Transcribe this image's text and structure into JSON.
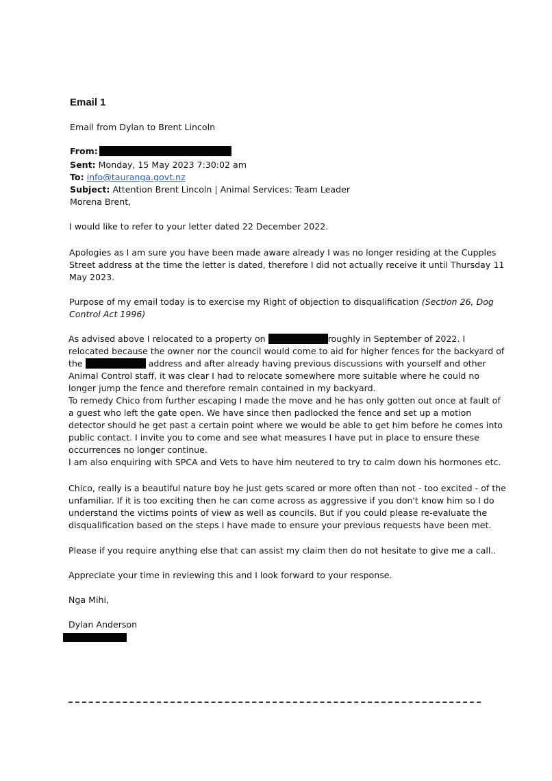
{
  "document": {
    "heading": "Email 1",
    "intro": "Email from Dylan to Brent Lincoln",
    "header": {
      "from_label": "From:",
      "sent_label": "Sent:",
      "sent_value": "Monday, 15 May 2023 7:30:02 am",
      "to_label": "To:",
      "to_value": "info@tauranga.govt.nz",
      "subject_label": "Subject:",
      "subject_value": "Attention Brent Lincoln | Animal Services: Team Leader"
    },
    "greeting": "Morena Brent,",
    "p1": "I would like to refer to your letter dated 22 December 2022.",
    "p2": [
      "Apologies as I am sure you have been made aware already I was no longer residing at the Cupples",
      "Street address at the time the letter is dated, therefore I did not actually receive it until Thursday 11",
      "May 2023."
    ],
    "p3": {
      "line1_text": "Purpose of my email today is to exercise my Right of objection to disqualification ",
      "line1_italic": "(Section 26, Dog",
      "line2_italic": "Control Act 1996)"
    },
    "p4": {
      "line1_before": "As advised above I relocated to a property on ",
      "line1_after": "roughly in September of 2022. I",
      "line2": "relocated because the owner nor the council would come to aid for higher fences for the backyard of",
      "line3_before": "the ",
      "line3_after": " address and after already having previous discussions with yourself and other",
      "lines": [
        "Animal Control staff, it was clear I had to relocate somewhere more suitable where he could no",
        "longer jump the fence and therefore remain contained in my backyard.",
        "To remedy Chico from further escaping I made the move and he has only gotten out once at fault of",
        "a guest who left the gate open. We have since then padlocked the fence and set up a motion",
        "detector should he get past a certain point where we would be able to get him before he comes into",
        "public contact. I invite you to come and see what measures I have put in place to ensure these",
        "occurrences no longer continue.",
        "I am also enquiring with SPCA and Vets to have him neutered to try to calm down his hormones etc."
      ]
    },
    "p5": [
      "Chico, really is a beautiful nature boy he just gets scared or more often than not - too excited - of the",
      "unfamiliar. If it is too exciting then he can come across as aggressive if you don't know him so I do",
      "understand the victims points of view as well as councils. But if you could please re-evaluate the",
      "disqualification based on the steps I have made to ensure your previous requests have been met."
    ],
    "p6": "Please if you require anything else that can assist my claim then do not hesitate to give me a call..",
    "p7": "Appreciate your time in reviewing this and I look forward to your response.",
    "signoff": "Nga Mihi,",
    "signature_name": "Dylan Anderson"
  }
}
